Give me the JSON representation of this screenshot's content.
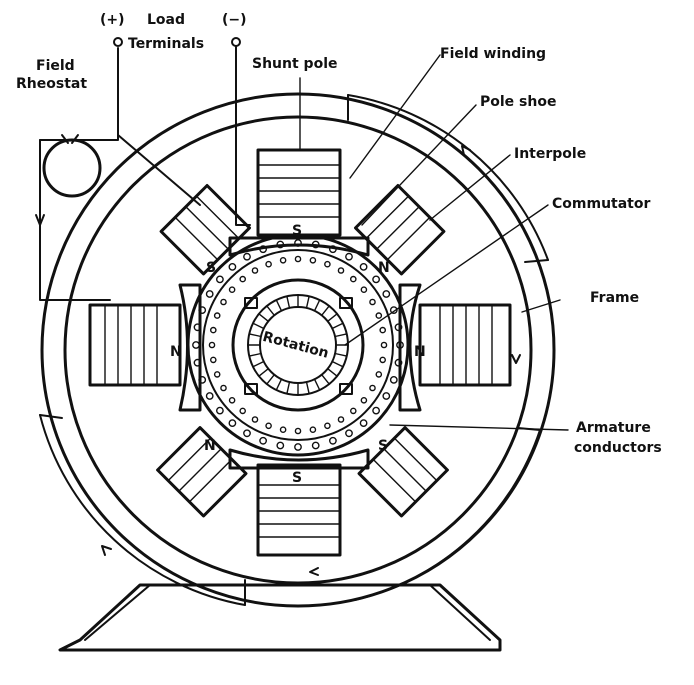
{
  "labels": {
    "load_plus": "(+)",
    "load_word": "Load",
    "load_minus": "(−)",
    "terminals": "Terminals",
    "field_line1": "Field",
    "field_line2": "Rheostat",
    "shunt_pole": "Shunt pole",
    "field_winding": "Field winding",
    "pole_shoe": "Pole shoe",
    "interpole": "Interpole",
    "commutator": "Commutator",
    "frame": "Frame",
    "armature_line1": "Armature",
    "armature_line2": "conductors",
    "rotation": "Rotation"
  },
  "poles": {
    "top": "S",
    "bottom": "S",
    "left": "N",
    "right": "N",
    "interpole_top_left": "S",
    "interpole_top_right": "N",
    "interpole_bottom_left": "N",
    "interpole_bottom_right": "S"
  },
  "colors": {
    "ink": "#111111",
    "background": "#ffffff"
  }
}
